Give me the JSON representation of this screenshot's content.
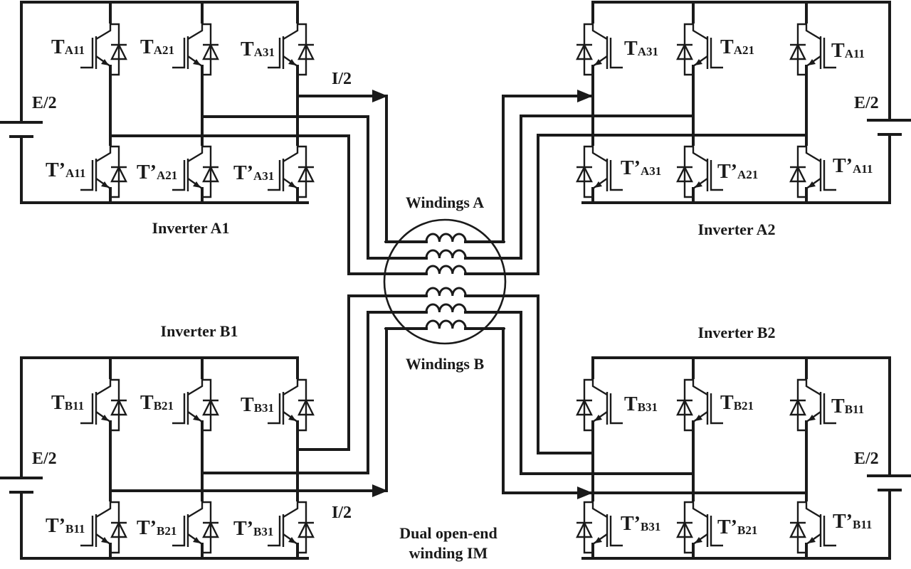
{
  "inverters": [
    {
      "name": "Inverter A1",
      "source": "E/2",
      "switches": [
        {
          "main": "T",
          "sub": "A11"
        },
        {
          "main": "T",
          "sub": "A21"
        },
        {
          "main": "T",
          "sub": "A31"
        },
        {
          "main": "T’",
          "sub": "A11"
        },
        {
          "main": "T’",
          "sub": "A21"
        },
        {
          "main": "T’",
          "sub": "A31"
        }
      ]
    },
    {
      "name": "Inverter A2",
      "source": "E/2",
      "switches": [
        {
          "main": "T",
          "sub": "A31"
        },
        {
          "main": "T",
          "sub": "A21"
        },
        {
          "main": "T",
          "sub": "A11"
        },
        {
          "main": "T’",
          "sub": "A31"
        },
        {
          "main": "T’",
          "sub": "A21"
        },
        {
          "main": "T’",
          "sub": "A11"
        }
      ]
    },
    {
      "name": "Inverter B1",
      "source": "E/2",
      "switches": [
        {
          "main": "T",
          "sub": "B11"
        },
        {
          "main": "T",
          "sub": "B21"
        },
        {
          "main": "T",
          "sub": "B31"
        },
        {
          "main": "T’",
          "sub": "B11"
        },
        {
          "main": "T’",
          "sub": "B21"
        },
        {
          "main": "T’",
          "sub": "B31"
        }
      ]
    },
    {
      "name": "Inverter B2",
      "source": "E/2",
      "switches": [
        {
          "main": "T",
          "sub": "B31"
        },
        {
          "main": "T",
          "sub": "B21"
        },
        {
          "main": "T",
          "sub": "B11"
        },
        {
          "main": "T’",
          "sub": "B31"
        },
        {
          "main": "T’",
          "sub": "B21"
        },
        {
          "main": "T’",
          "sub": "B11"
        }
      ]
    }
  ],
  "motor": {
    "windings_a": "Windings A",
    "windings_b": "Windings B",
    "caption_line1": "Dual open-end",
    "caption_line2": "winding IM"
  },
  "current_labels": {
    "top": "I/2",
    "bottom": "I/2"
  },
  "colors": {
    "line": "#1a1a1a",
    "background": "#ffffff"
  }
}
